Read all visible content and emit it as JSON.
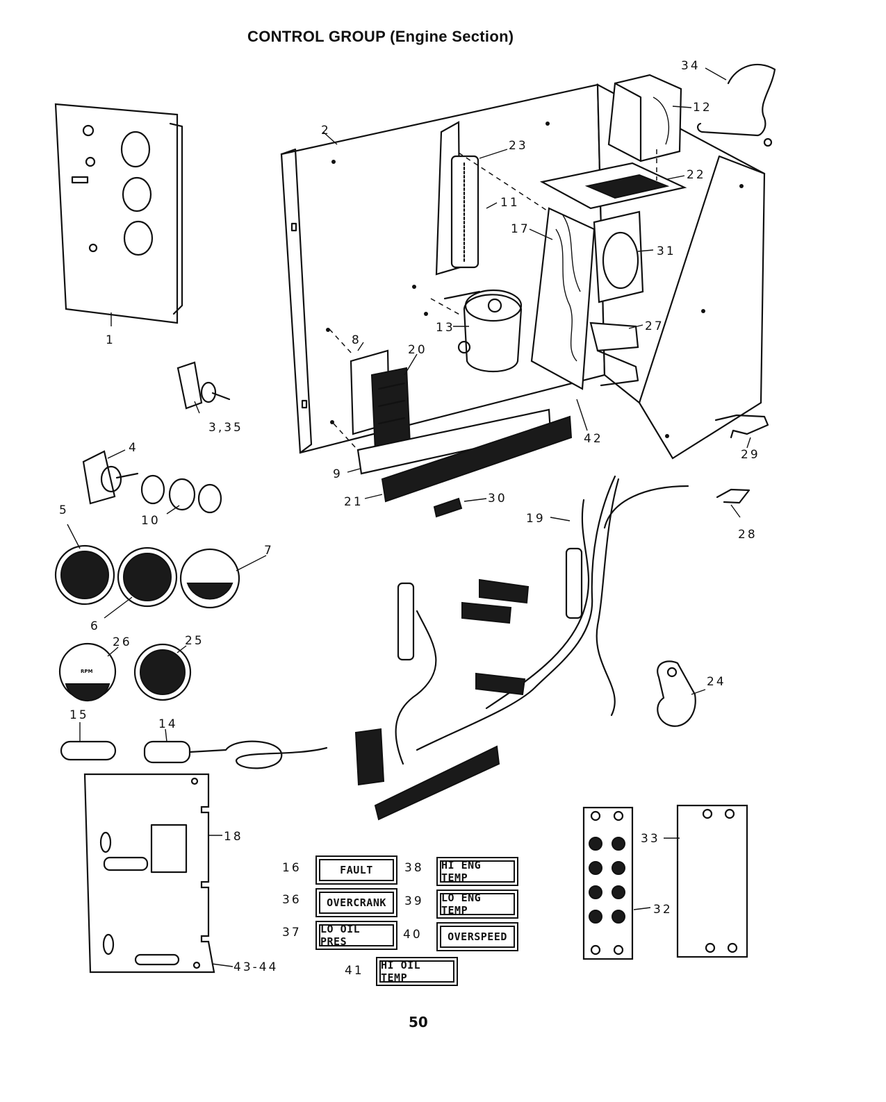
{
  "title": "CONTROL GROUP (Engine Section)",
  "page_number": "50",
  "callouts": {
    "c1": "1",
    "c2": "2",
    "c3_35": "3,35",
    "c4": "4",
    "c5": "5",
    "c6": "6",
    "c7": "7",
    "c8": "8",
    "c9": "9",
    "c10": "10",
    "c11": "11",
    "c12": "12",
    "c13": "13",
    "c14": "14",
    "c15": "15",
    "c16": "16",
    "c17": "17",
    "c18": "18",
    "c19": "19",
    "c20": "20",
    "c21": "21",
    "c22": "22",
    "c23": "23",
    "c24": "24",
    "c25": "25",
    "c26": "26",
    "c27": "27",
    "c28": "28",
    "c29": "29",
    "c30": "30",
    "c31": "31",
    "c32": "32",
    "c33": "33",
    "c34": "34",
    "c36": "36",
    "c37": "37",
    "c38": "38",
    "c39": "39",
    "c40": "40",
    "c41": "41",
    "c42": "42",
    "c43_44": "43-44"
  },
  "labels": {
    "fault": "FAULT",
    "overcrank": "OVERCRANK",
    "lo_oil_pres": "LO OIL PRES",
    "hi_eng_temp": "HI ENG TEMP",
    "lo_eng_temp": "LO ENG TEMP",
    "overspeed": "OVERSPEED",
    "hi_oil_temp": "HI OIL TEMP"
  },
  "gauge_text": {
    "rpm": "RPM"
  }
}
